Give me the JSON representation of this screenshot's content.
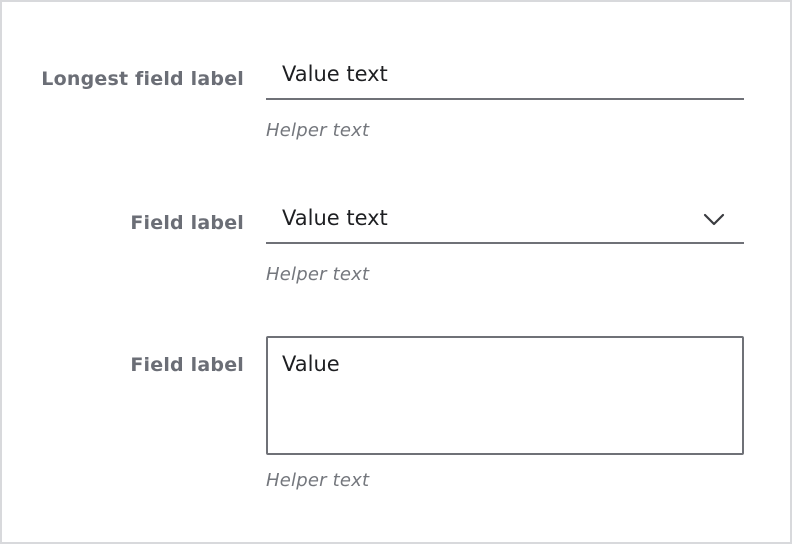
{
  "fields": [
    {
      "label": "Longest field label",
      "value": "Value text",
      "helper": "Helper text",
      "type": "text"
    },
    {
      "label": "Field label",
      "value": "Value text",
      "helper": "Helper text",
      "type": "select",
      "icon": "chevron-down-icon"
    },
    {
      "label": "Field label",
      "value": "Value",
      "helper": "Helper text",
      "type": "textarea"
    }
  ],
  "colors": {
    "label": "#6b6e76",
    "value": "#1e1f22",
    "helper": "#74777d",
    "border": "#6f7177",
    "frame": "#d8d9dc"
  }
}
